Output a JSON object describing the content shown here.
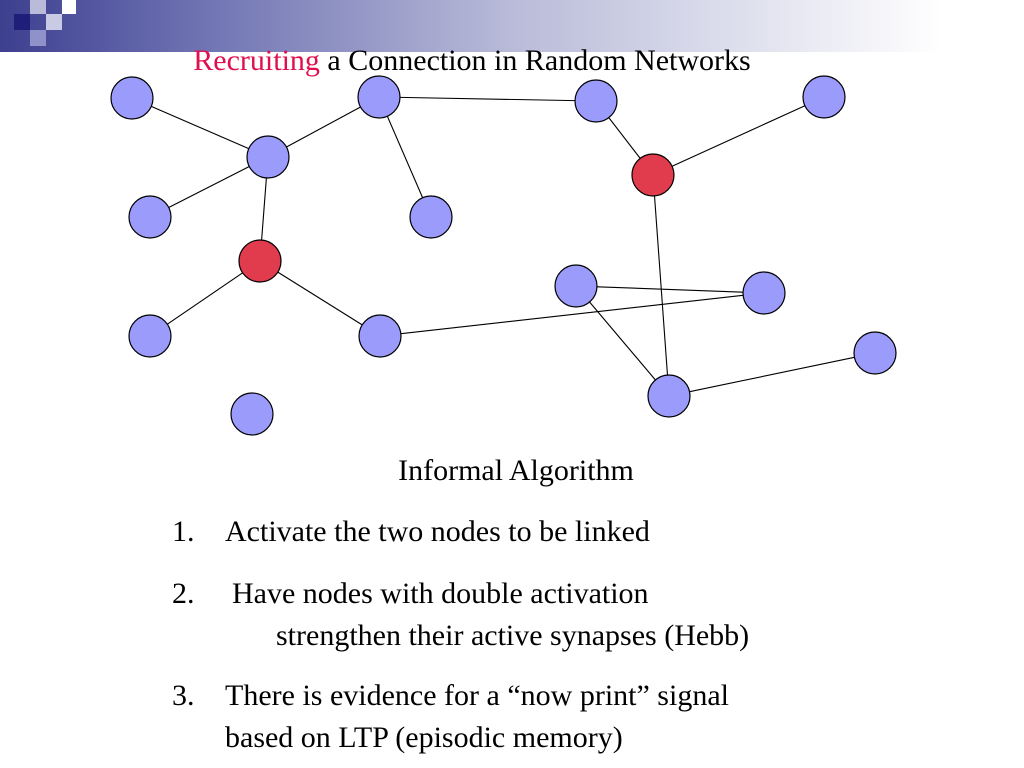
{
  "slide": {
    "title_accent": "Recruiting",
    "title_rest": "a Connection in Random Networks"
  },
  "colors": {
    "node_default": "#9b9bfb",
    "node_active": "#e03c4e",
    "title_accent": "#e0104f",
    "bar_dark": "#1f1f7a"
  },
  "diagram": {
    "nodes": [
      {
        "id": "n1",
        "state": "default"
      },
      {
        "id": "n2",
        "state": "default"
      },
      {
        "id": "n3",
        "state": "default"
      },
      {
        "id": "n4",
        "state": "default"
      },
      {
        "id": "n5",
        "state": "default"
      },
      {
        "id": "n6",
        "state": "active"
      },
      {
        "id": "n7",
        "state": "default"
      },
      {
        "id": "n8",
        "state": "default"
      },
      {
        "id": "n9",
        "state": "default"
      },
      {
        "id": "n10",
        "state": "active"
      },
      {
        "id": "n11",
        "state": "default"
      },
      {
        "id": "n12",
        "state": "default"
      },
      {
        "id": "n13",
        "state": "default"
      },
      {
        "id": "n14",
        "state": "default"
      },
      {
        "id": "n15",
        "state": "default"
      },
      {
        "id": "n16",
        "state": "default"
      },
      {
        "id": "n17",
        "state": "default"
      }
    ],
    "edges": [
      [
        "n1",
        "n2"
      ],
      [
        "n3",
        "n2"
      ],
      [
        "n4",
        "n2"
      ],
      [
        "n2",
        "n6"
      ],
      [
        "n4",
        "n5"
      ],
      [
        "n4",
        "n8"
      ],
      [
        "n8",
        "n10"
      ],
      [
        "n9",
        "n10"
      ],
      [
        "n10",
        "n15"
      ],
      [
        "n6",
        "n12"
      ],
      [
        "n6",
        "n11"
      ],
      [
        "n11",
        "n14"
      ],
      [
        "n14",
        "n17"
      ],
      [
        "n17",
        "n15"
      ],
      [
        "n15",
        "n16"
      ]
    ]
  },
  "algorithm": {
    "heading": "Informal Algorithm",
    "steps": [
      {
        "number": "1.",
        "lines": [
          "Activate the two nodes to be linked"
        ]
      },
      {
        "number": "2.",
        "lines": [
          "Have nodes with double activation",
          "strengthen their active synapses (Hebb)"
        ]
      },
      {
        "number": "3.",
        "lines": [
          "There is evidence for a “now print” signal",
          "based on LTP (episodic memory)"
        ]
      }
    ]
  }
}
